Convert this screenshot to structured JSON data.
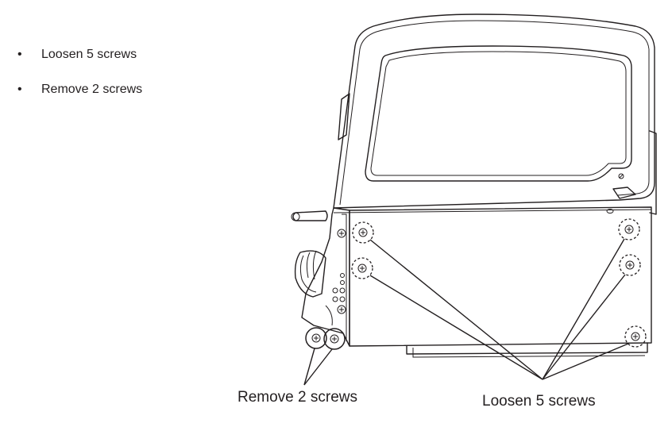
{
  "instructions": [
    {
      "bullet": "•",
      "text": "Loosen 5 screws"
    },
    {
      "bullet": "•",
      "text": "Remove 2 screws"
    }
  ],
  "callouts": {
    "remove": "Remove 2 screws",
    "loosen": "Loosen 5 screws"
  }
}
